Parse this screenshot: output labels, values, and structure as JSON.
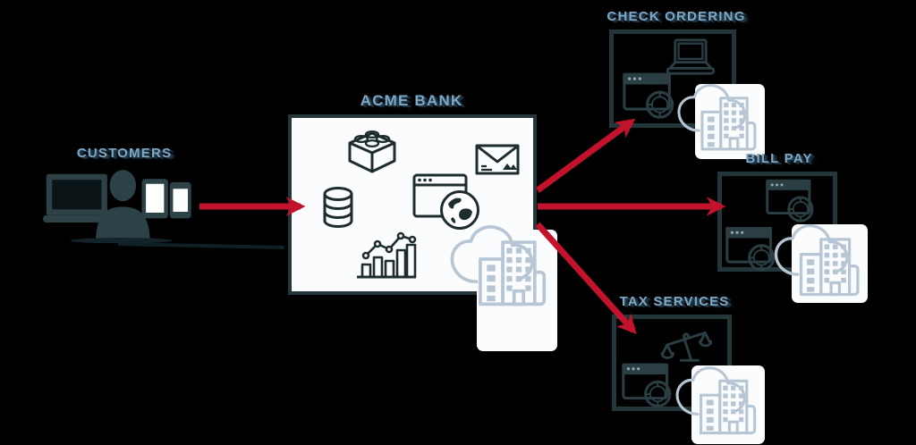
{
  "diagram": {
    "background": "#000000",
    "colors": {
      "arrow_red": "#c3122c",
      "label_blue": "#7da8c6",
      "box_outline_dark": "#233639",
      "core_box_fill": "#fbfcfd",
      "light_icon_blue": "#b7c6d4",
      "dark_icon": "#1c2c2f"
    },
    "customers": {
      "label": "CUSTOMERS",
      "icons": [
        "laptop-icon",
        "person-icon",
        "tablet-icon",
        "smartphone-icon"
      ]
    },
    "core": {
      "label": "ACME BANK",
      "icons": [
        "lego-brick-icon",
        "envelope-icon",
        "database-icon",
        "browser-globe-icon",
        "bar-chart-icon",
        "cloud-building-icon"
      ]
    },
    "satellites": [
      {
        "id": "check-ordering",
        "label": "CHECK ORDERING",
        "icons": [
          "laptop-icon",
          "browser-coin-icon",
          "cloud-building-icon"
        ]
      },
      {
        "id": "bill-pay",
        "label": "BILL PAY",
        "icons": [
          "browser-coin-icon",
          "browser-coin-icon",
          "cloud-building-icon"
        ]
      },
      {
        "id": "tax-services",
        "label": "TAX SERVICES",
        "icons": [
          "scales-icon",
          "browser-coin-icon",
          "cloud-building-icon"
        ]
      }
    ],
    "arrows": [
      {
        "from": "customers",
        "to": "acme-bank"
      },
      {
        "from": "acme-bank",
        "to": "check-ordering"
      },
      {
        "from": "acme-bank",
        "to": "bill-pay"
      },
      {
        "from": "acme-bank",
        "to": "tax-services"
      }
    ]
  }
}
